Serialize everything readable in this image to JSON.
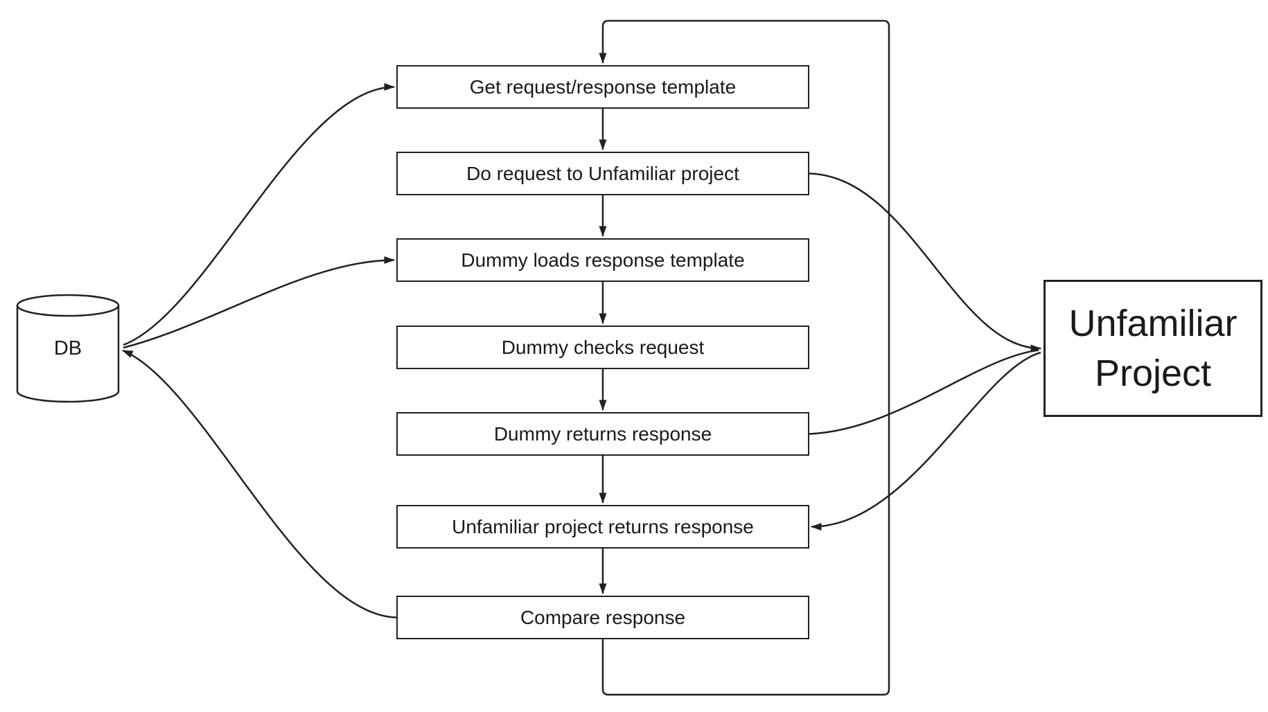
{
  "diagram": {
    "type": "flowchart",
    "colors": {
      "stroke": "#212121",
      "text": "#1a1a1a",
      "node_fill": "#ffffff",
      "background": "#ffffff"
    },
    "db": {
      "label": "DB",
      "shape": "cylinder"
    },
    "external_system": {
      "label": "Unfamiliar\nProject",
      "shape": "rectangle"
    },
    "steps": [
      {
        "label": "Get request/response template"
      },
      {
        "label": "Do request to Unfamiliar project"
      },
      {
        "label": "Dummy loads response template"
      },
      {
        "label": "Dummy checks request"
      },
      {
        "label": "Dummy returns response"
      },
      {
        "label": "Unfamiliar project returns response"
      },
      {
        "label": "Compare response"
      }
    ],
    "connections": [
      {
        "from": "Get request/response template",
        "to": "Do request to Unfamiliar project"
      },
      {
        "from": "Do request to Unfamiliar project",
        "to": "Dummy loads response template"
      },
      {
        "from": "Dummy loads response template",
        "to": "Dummy checks request"
      },
      {
        "from": "Dummy checks request",
        "to": "Dummy returns response"
      },
      {
        "from": "Dummy returns response",
        "to": "Unfamiliar project returns response"
      },
      {
        "from": "Unfamiliar project returns response",
        "to": "Compare response"
      },
      {
        "from": "Compare response",
        "to": "Get request/response template",
        "style": "loop-around-right"
      },
      {
        "from": "DB",
        "to": "Get request/response template",
        "style": "curve"
      },
      {
        "from": "DB",
        "to": "Dummy loads response template",
        "style": "curve"
      },
      {
        "from": "Compare response",
        "to": "DB",
        "style": "curve"
      },
      {
        "from": "Do request to Unfamiliar project",
        "to": "Unfamiliar Project",
        "style": "curve"
      },
      {
        "from": "Dummy returns response",
        "to": "Unfamiliar Project",
        "style": "curve"
      },
      {
        "from": "Unfamiliar Project",
        "to": "Unfamiliar project returns response",
        "style": "curve"
      }
    ]
  }
}
